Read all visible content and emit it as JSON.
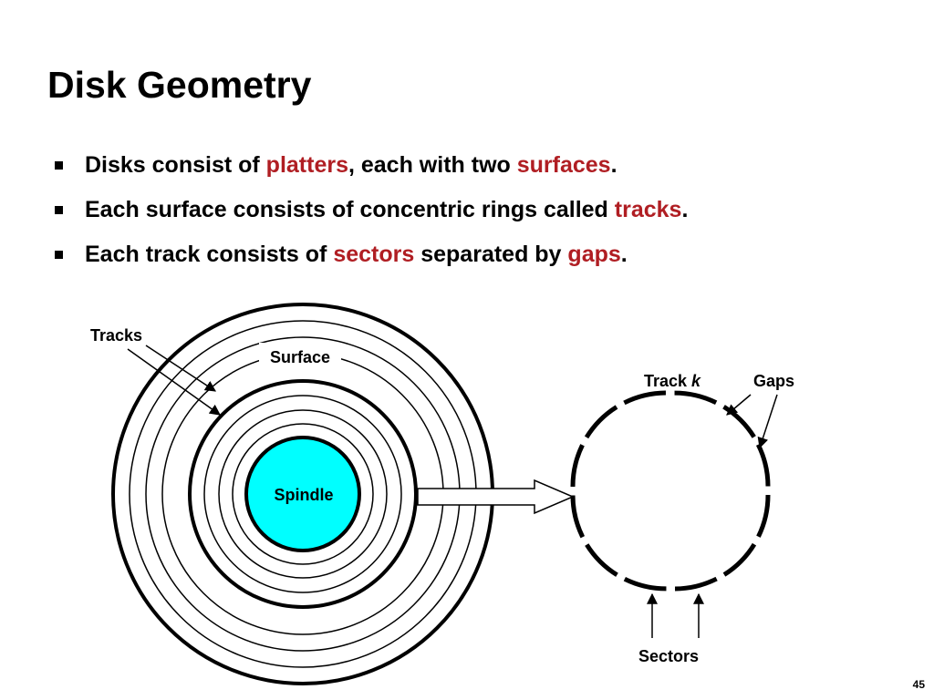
{
  "slide": {
    "title": "Disk Geometry",
    "page_number": "45"
  },
  "bullets": [
    {
      "segments": [
        {
          "text": "Disks consist of ",
          "highlight": false
        },
        {
          "text": "platters",
          "highlight": true
        },
        {
          "text": ", each with two ",
          "highlight": false
        },
        {
          "text": "surfaces",
          "highlight": true
        },
        {
          "text": ".",
          "highlight": false
        }
      ]
    },
    {
      "segments": [
        {
          "text": "Each surface consists of concentric rings called ",
          "highlight": false
        },
        {
          "text": "tracks",
          "highlight": true
        },
        {
          "text": ".",
          "highlight": false
        }
      ]
    },
    {
      "segments": [
        {
          "text": "Each track consists of ",
          "highlight": false
        },
        {
          "text": "sectors",
          "highlight": true
        },
        {
          "text": " separated by ",
          "highlight": false
        },
        {
          "text": "gaps",
          "highlight": true
        },
        {
          "text": ".",
          "highlight": false
        }
      ]
    }
  ],
  "diagram": {
    "labels": {
      "tracks": "Tracks",
      "surface": "Surface",
      "spindle": "Spindle",
      "track_k_prefix": "Track ",
      "track_k_var": "k",
      "gaps": "Gaps",
      "sectors": "Sectors"
    },
    "colors": {
      "spindle_fill": "#00ffff",
      "highlight_text": "#b01e23",
      "stroke": "#000000"
    }
  }
}
